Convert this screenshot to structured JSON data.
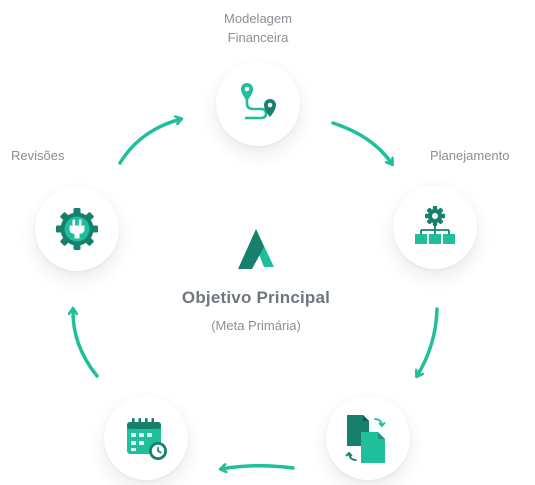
{
  "stages": {
    "modelagem": {
      "line1": "Modelagem",
      "line2": "Financeira",
      "icon": "map-route-icon"
    },
    "planejamento": {
      "label": "Planejamento",
      "icon": "org-chart-gear-icon"
    },
    "execucao": {
      "label": "",
      "icon": "document-swap-icon"
    },
    "agenda": {
      "label": "",
      "icon": "calendar-clock-icon"
    },
    "revisoes": {
      "label": "Revisões",
      "icon": "gear-plug-icon"
    }
  },
  "center": {
    "title": "Objetivo Principal",
    "subtitle": "(Meta Primária)",
    "logo": "brand-a-logo"
  },
  "colors": {
    "accent": "#1fbf9c",
    "accent_dark": "#13937a",
    "text": "#8a8f95",
    "title": "#6f7680"
  }
}
